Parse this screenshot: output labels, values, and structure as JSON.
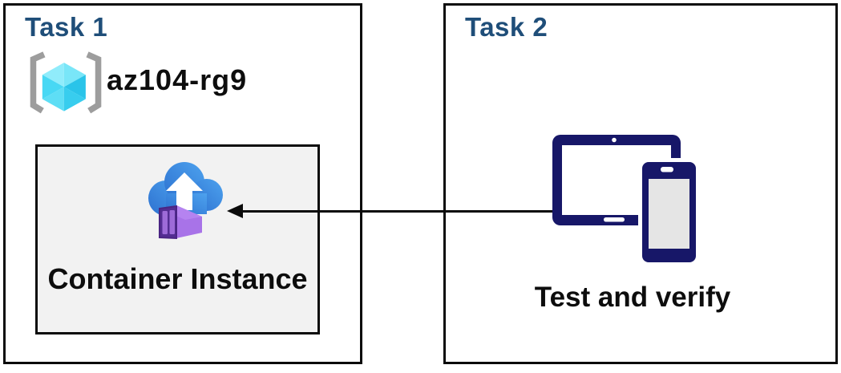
{
  "task1": {
    "title": "Task 1",
    "resource_group_name": "az104-rg9",
    "container_label": "Container Instance",
    "icons": [
      "resource-group-icon",
      "container-instance-icon"
    ]
  },
  "task2": {
    "title": "Task 2",
    "label": "Test and verify",
    "icons": [
      "devices-icon"
    ]
  },
  "arrow": {
    "direction": "left",
    "from": "task2-devices",
    "to": "container-instance-box"
  },
  "colors": {
    "task_title_blue": "#1F4E79",
    "box_border_black": "#0B0B0B",
    "inner_box_gray": "#F2F2F2",
    "bracket_gray": "#9D9D9D",
    "cube_cyan_light": "#90ECFB",
    "cube_cyan_dark": "#2AC4E9",
    "cloud_blue_dark": "#2D71D0",
    "cloud_blue_light": "#4DA2EE",
    "container_purple_light": "#A873E8",
    "container_purple_dark": "#532D92",
    "device_navy": "#171768",
    "phone_screen_gray": "#E5E5E5"
  }
}
